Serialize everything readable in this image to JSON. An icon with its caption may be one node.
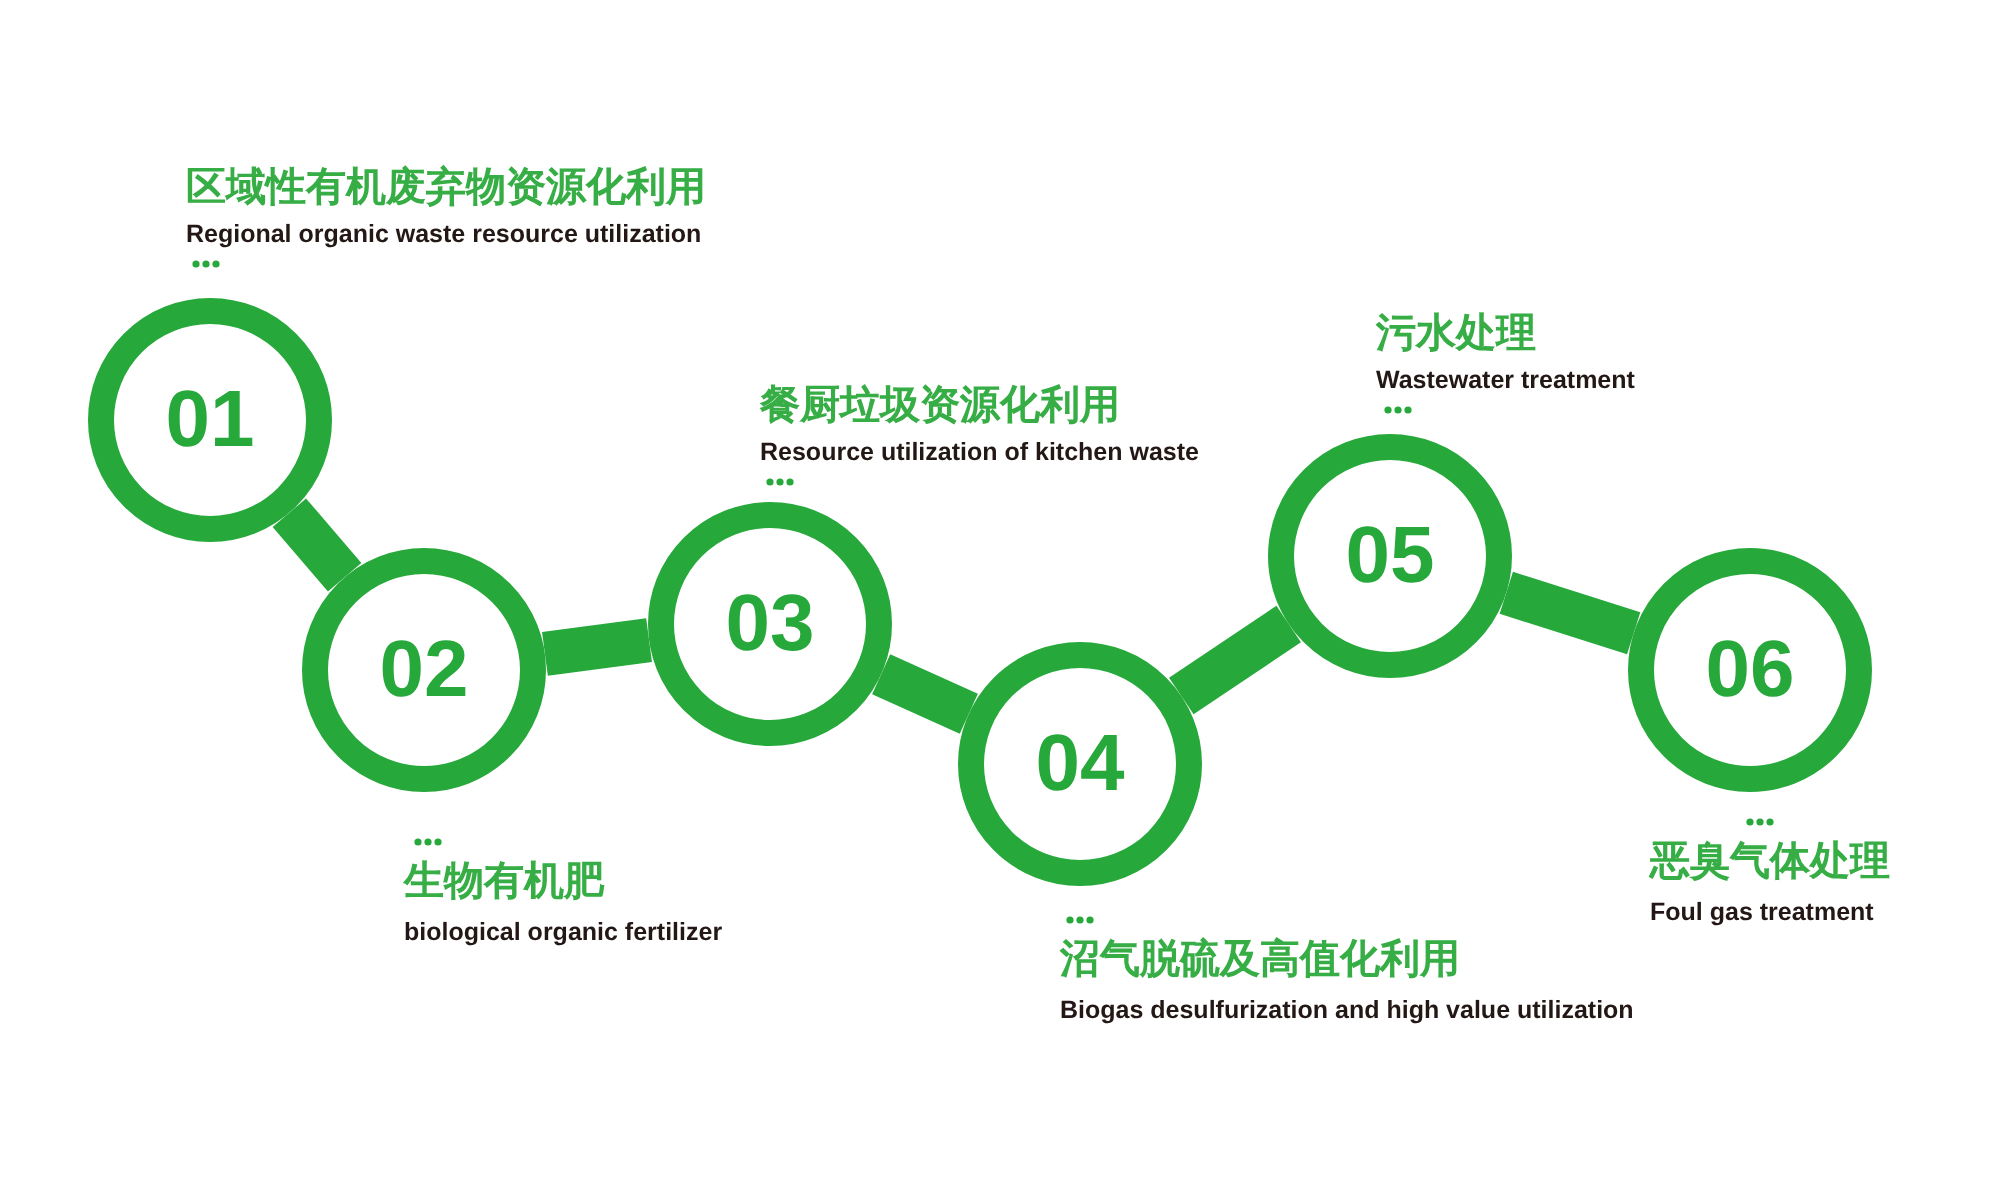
{
  "diagram": {
    "nodes": [
      {
        "text": [
          "01"
        ],
        "beside": [
          "区域性有机废弃物资源化利用",
          "Regional organic waste resource utilization"
        ]
      },
      {
        "text": [
          "02"
        ],
        "beside": [
          "生物有机肥",
          "biological organic fertilizer"
        ]
      },
      {
        "text": [
          "03"
        ],
        "beside": [
          "餐厨垃圾资源化利用",
          "Resource utilization of kitchen waste"
        ]
      },
      {
        "text": [
          "04"
        ],
        "beside": [
          "沼气脱硫及高值化利用",
          "Biogas desulfurization and high value utilization"
        ]
      },
      {
        "text": [
          "05"
        ],
        "beside": [
          "污水处理",
          "Wastewater treatment"
        ]
      },
      {
        "text": [
          "06"
        ],
        "beside": [
          "恶臭气体处理",
          "Foul gas treatment"
        ]
      }
    ],
    "edges": [
      {
        "from": 0,
        "to": 1,
        "arrow": "none"
      },
      {
        "from": 1,
        "to": 2,
        "arrow": "none"
      },
      {
        "from": 2,
        "to": 3,
        "arrow": "none"
      },
      {
        "from": 3,
        "to": 4,
        "arrow": "none"
      },
      {
        "from": 4,
        "to": 5,
        "arrow": "none"
      }
    ]
  }
}
